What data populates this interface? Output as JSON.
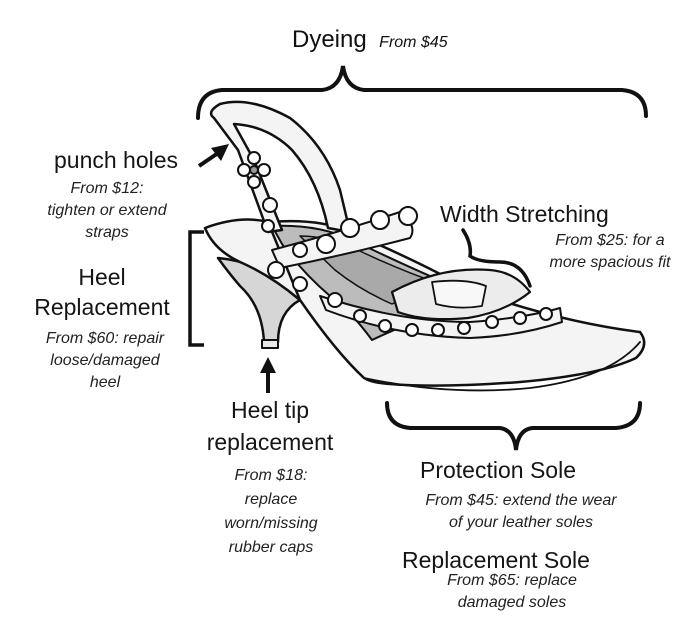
{
  "dyeing": {
    "title": "Dyeing",
    "price": "From $45"
  },
  "punch_holes": {
    "title": "punch holes",
    "desc": [
      "From $12:",
      "tighten or extend",
      "straps"
    ]
  },
  "heel_replacement": {
    "title": [
      "Heel",
      "Replacement"
    ],
    "desc": [
      "From $60: repair",
      "loose/damaged",
      "heel"
    ]
  },
  "heel_tip": {
    "title": [
      "Heel tip",
      "replacement"
    ],
    "desc": [
      "From $18:",
      "replace",
      "worn/missing",
      "rubber caps"
    ]
  },
  "width_stretching": {
    "title": "Width Stretching",
    "desc": [
      "From $25: for a",
      "more spacious fit"
    ]
  },
  "protection_sole": {
    "title": "Protection Sole",
    "desc": [
      "From $45: extend the wear",
      "of your leather soles"
    ]
  },
  "replacement_sole": {
    "title": "Replacement Sole",
    "desc": [
      "From $65: replace",
      "damaged soles"
    ]
  },
  "colors": {
    "line": "#111111",
    "shoe_fill": "#f4f4f4",
    "lining_fill": "#bcbcbc",
    "heel_fill": "#d6d6d6"
  }
}
